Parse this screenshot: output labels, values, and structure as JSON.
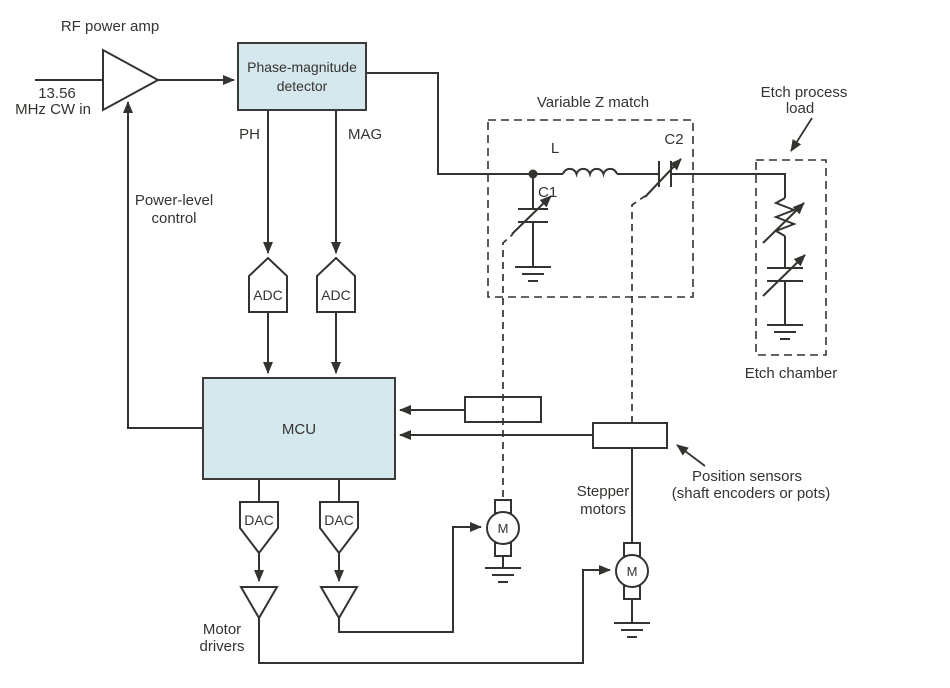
{
  "colors": {
    "block_fill": "#d4e8ee",
    "line": "#35332f"
  },
  "labels": {
    "rf_power_amp": "RF power amp",
    "rf_input_line1": "13.56",
    "rf_input_line2": "MHz CW in",
    "detector_line1": "Phase-magnitude",
    "detector_line2": "detector",
    "ph": "PH",
    "mag": "MAG",
    "power_level_line1": "Power-level",
    "power_level_line2": "control",
    "adc": "ADC",
    "mcu": "MCU",
    "dac": "DAC",
    "motor_drivers_line1": "Motor",
    "motor_drivers_line2": "drivers",
    "variable_z_match": "Variable Z match",
    "inductor_l": "L",
    "cap_c1": "C1",
    "cap_c2": "C2",
    "etch_process_line1": "Etch process",
    "etch_process_line2": "load",
    "etch_chamber": "Etch chamber",
    "stepper_motors_line1": "Stepper",
    "stepper_motors_line2": "motors",
    "position_sensors_line1": "Position sensors",
    "position_sensors_line2": "(shaft encoders or pots)",
    "motor_m": "M"
  }
}
